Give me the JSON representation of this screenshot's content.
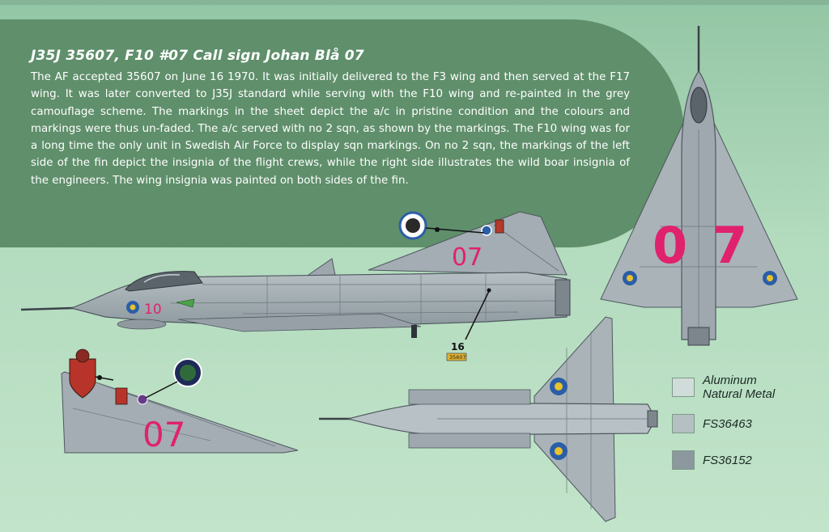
{
  "header": {
    "title": "J35J 35607, F10 #07 Call sign Johan Blå 07",
    "description": "The AF accepted 35607 on June 16 1970. It was initially delivered to the F3 wing and then served at the F17 wing. It was later converted to J35J standard while serving with the F10 wing and re-painted in the grey camouflage scheme. The markings in the sheet depict the a/c in pristine condition and the colours and markings were thus un-faded. The a/c served with no 2 sqn, as shown by the markings. The F10 wing was for a long time the only unit in Swedish Air Force to display sqn markings. On no 2 sqn, the markings of the left side of the fin depict the insignia of the flight crews, while the right side illustrates the wild boar insignia of the engineers. The wing insignia was painted on both sides of the fin."
  },
  "markings": {
    "side_fin_code": "07",
    "side_nose_code": "10",
    "fin_detail_code": "07",
    "top_wing_code_left": "0",
    "top_wing_code_right": "7",
    "callout_number": "16",
    "serial_plate": "35607",
    "code_color": "#e0226e"
  },
  "legend": {
    "items": [
      {
        "label_line1": "Aluminum",
        "label_line2": "Natural Metal",
        "color": "#d0dcda"
      },
      {
        "label_line1": "FS36463",
        "label_line2": "",
        "color": "#b4c0c2"
      },
      {
        "label_line1": "FS36152",
        "label_line2": "",
        "color": "#8c989e"
      }
    ]
  },
  "colors": {
    "panel": "#5f8f6b",
    "camouflage_light": "#a9b3b8",
    "camouflage_dark": "#8a959b",
    "roundel_blue": "#2b5ea8",
    "roundel_yellow": "#e8c22c"
  }
}
